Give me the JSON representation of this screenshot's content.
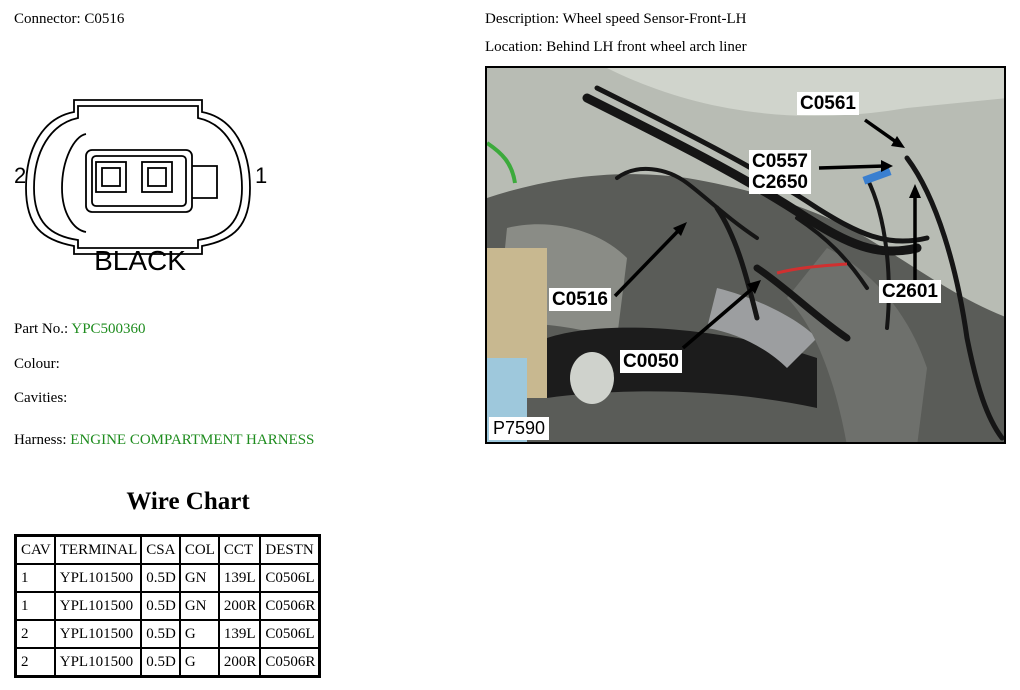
{
  "connector": {
    "label": "Connector:",
    "value": "C0516"
  },
  "description": {
    "label": "Description:",
    "value": "Wheel speed Sensor-Front-LH"
  },
  "location": {
    "label": "Location:",
    "value": "Behind LH front wheel arch liner"
  },
  "diagram": {
    "pin_left": "2",
    "pin_right": "1",
    "color_label": "BLACK"
  },
  "part_no": {
    "label": "Part No.:",
    "value": "YPC500360"
  },
  "colour": {
    "label": "Colour:",
    "value": ""
  },
  "cavities": {
    "label": "Cavities:",
    "value": ""
  },
  "harness": {
    "label": "Harness:",
    "value": "ENGINE COMPARTMENT HARNESS"
  },
  "wire_chart": {
    "title": "Wire Chart",
    "headers": [
      "CAV",
      "TERMINAL",
      "CSA",
      "COL",
      "CCT",
      "DESTN"
    ],
    "rows": [
      [
        "1",
        "YPL101500",
        "0.5D",
        "GN",
        "139L",
        "C0506L"
      ],
      [
        "1",
        "YPL101500",
        "0.5D",
        "GN",
        "200R",
        "C0506R"
      ],
      [
        "2",
        "YPL101500",
        "0.5D",
        "G",
        "139L",
        "C0506L"
      ],
      [
        "2",
        "YPL101500",
        "0.5D",
        "G",
        "200R",
        "C0506R"
      ]
    ]
  },
  "photo": {
    "code": "P7590",
    "callouts": {
      "c0561": "C0561",
      "c0557": "C0557",
      "c2650": "C2650",
      "c0516": "C0516",
      "c2601": "C2601",
      "c0050": "C0050"
    }
  },
  "colors": {
    "harness_green": "#1e8c1e"
  }
}
